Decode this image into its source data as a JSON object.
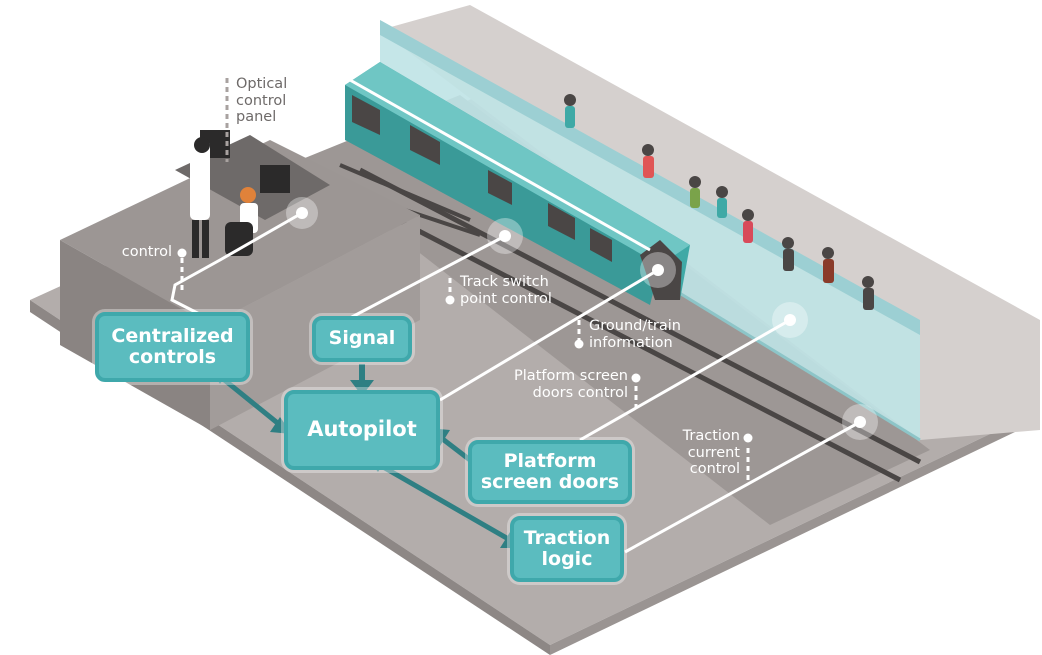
{
  "components": {
    "centralized_controls": [
      "Centralized",
      "controls"
    ],
    "signal": "Signal",
    "autopilot": "Autopilot",
    "platform_screen_doors": [
      "Platform",
      "screen doors"
    ],
    "traction_logic": [
      "Traction",
      "logic"
    ]
  },
  "callouts": {
    "optical_control_panel": [
      "Optical",
      "control",
      "panel"
    ],
    "control": "control",
    "track_switch": [
      "Track switch",
      "point control"
    ],
    "ground_train": [
      "Ground/train",
      "information"
    ],
    "platform_doors_control": [
      "Platform screen",
      "doors control"
    ],
    "traction_current": [
      "Traction",
      "current",
      "control"
    ]
  },
  "colors": {
    "teal": "#5bbcbf",
    "teal_dark": "#3fa8ab",
    "floor": "#a8a2a0",
    "track_bed": "#8f8987",
    "train": "#3fa9a6"
  }
}
